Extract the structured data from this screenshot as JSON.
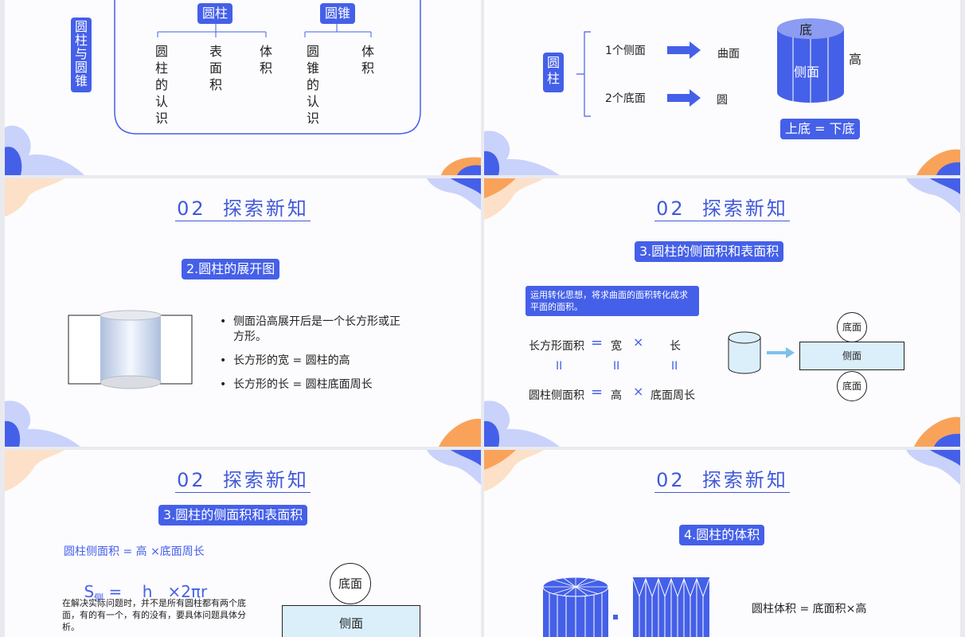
{
  "slide1": {
    "side_label": "圆柱与圆锥",
    "node_cylinder": "圆柱",
    "node_cone": "圆锥",
    "cyl_children": [
      "圆柱的认识",
      "表面积",
      "体积"
    ],
    "cone_children": [
      "圆锥的认识",
      "体积"
    ]
  },
  "slide2": {
    "side_label": "圆柱",
    "row1_label": "1个侧面",
    "row1_result": "曲面",
    "row2_label": "2个底面",
    "row2_result": "圆",
    "cyl_top": "底",
    "cyl_side": "侧面",
    "cyl_height": "高",
    "bottom_badge": "上底 = 下底"
  },
  "slide3": {
    "section_number": "02",
    "section_title": "探索新知",
    "badge": "2.圆柱的展开图",
    "bullets": [
      "侧面沿高展开后是一个长方形或正方形。",
      "长方形的宽 = 圆柱的高",
      "长方形的长 = 圆柱底面周长"
    ]
  },
  "slide4": {
    "section_number": "02",
    "section_title": "探索新知",
    "badge": "3.圆柱的侧面积和表面积",
    "note": "运用转化思想，将求曲面的面积转化成求平面的面积。",
    "row1": [
      "长方形面积",
      "=",
      "宽",
      "×",
      "长"
    ],
    "equals_marks": [
      "II",
      "II",
      "II"
    ],
    "row2": [
      "圆柱侧面积",
      "=",
      "高",
      "×",
      "底面周长"
    ],
    "top_circle": "底面",
    "rect_label": "侧面",
    "bottom_circle": "底面"
  },
  "slide5": {
    "section_number": "02",
    "section_title": "探索新知",
    "badge": "3.圆柱的侧面积和表面积",
    "formula_words": "圆柱侧面积 = 高 ×底面周长",
    "formula_s": "S",
    "formula_sub": "侧",
    "formula_rest": "=    h   ×2πr",
    "paragraph": "在解决实际问题时，并不是所有圆柱都有两个底面，有的有一个，有的没有，要具体问题具体分析。",
    "circle_label": "底面",
    "rect_label": "侧面"
  },
  "slide6": {
    "section_number": "02",
    "section_title": "探索新知",
    "badge": "4.圆柱的体积",
    "formula": "圆柱体积 = 底面积×高"
  },
  "colors": {
    "accent": "#4560e8",
    "title_blue": "#4159d8",
    "deco_orange": "#f9a35a",
    "deco_light": "#c9d2fb",
    "pale_fill": "#dbeffb"
  }
}
